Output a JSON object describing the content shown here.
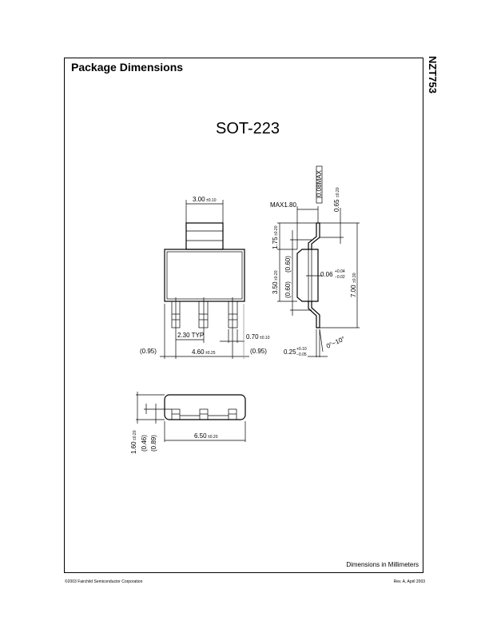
{
  "header": {
    "title": "Package Dimensions",
    "part_number": "NZT753"
  },
  "package": {
    "name": "SOT-223"
  },
  "top_view": {
    "tab_width": "3.00",
    "tab_width_tol": "±0.10",
    "pitch": "2.30 TYP",
    "lead_span": "4.60",
    "lead_span_tol": "±0.25",
    "edge_left": "(0.95)",
    "edge_right": "(0.95)",
    "lead_width": "0.70",
    "lead_width_tol": "±0.10"
  },
  "side_view": {
    "coplanarity": "0.08MAX",
    "max_height": "MAX1.80",
    "lead_len": "0.65",
    "lead_len_tol": "±0.20",
    "upper": "1.75",
    "upper_tol": "±0.20",
    "body": "3.50",
    "body_tol": "±0.20",
    "ref1": "(0.60)",
    "ref2": "(0.60)",
    "standoff": "0.06",
    "standoff_tol_plus": "+0.04",
    "standoff_tol_minus": "−0.02",
    "overall": "7.00",
    "overall_tol": "±0.30",
    "thickness": "0.25",
    "thickness_tol_plus": "+0.10",
    "thickness_tol_minus": "−0.05",
    "angle": "0°~10°"
  },
  "bottom_view": {
    "length": "6.50",
    "length_tol": "±0.20",
    "height": "1.60",
    "height_tol": "±0.20",
    "ref_a": "(0.46)",
    "ref_b": "(0.89)"
  },
  "footer": {
    "units_note": "Dimensions in Millimeters",
    "copyright": "©2003 Fairchild Semiconductor Corporation",
    "revision": "Rev. A, April 2003"
  }
}
